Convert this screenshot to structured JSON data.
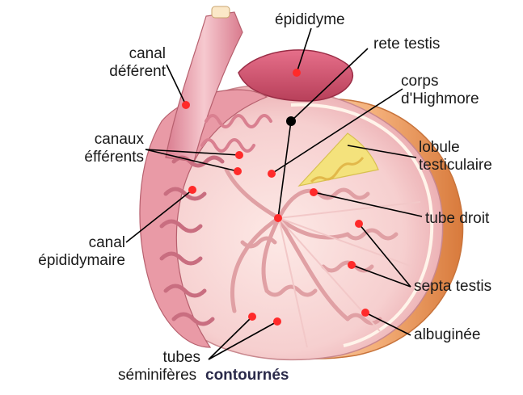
{
  "labels": {
    "epididyme": "épididyme",
    "rete_testis": "rete testis",
    "corps_1": "corps",
    "corps_2": "d'Highmore",
    "canal_def_1": "canal",
    "canal_def_2": "déférent",
    "lobule_1": "lobule",
    "lobule_2": "testiculaire",
    "canaux_1": "canaux",
    "canaux_2": "éfférents",
    "tube_droit": "tube droit",
    "canal_epi_1": "canal",
    "canal_epi_2": "épididymaire",
    "septa": "septa testis",
    "albuginee": "albuginée",
    "tubes_1": "tubes",
    "tubes_2": "séminifères",
    "contournes": "contournés"
  },
  "colors": {
    "marker": "#ff2a2a",
    "marker_black": "#000000",
    "leader": "#000000",
    "albuginea": "#f0a060",
    "tissue": "#f7d8d8",
    "tubule": "#e8a8a8",
    "epididymis": "#d85a78",
    "lobule": "#f3e07a"
  }
}
